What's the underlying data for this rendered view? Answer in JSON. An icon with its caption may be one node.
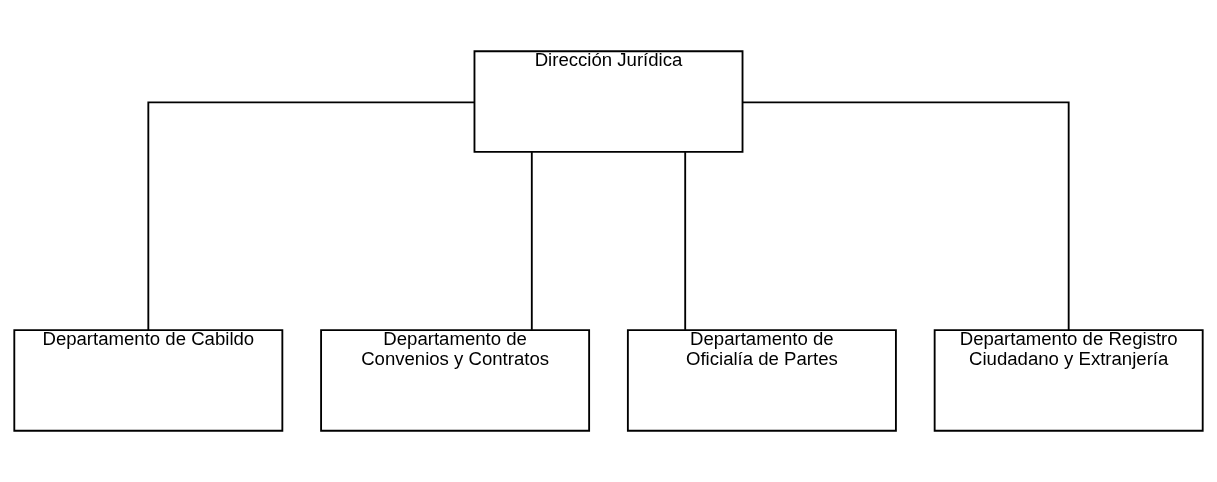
{
  "diagram": {
    "nodes": [
      {
        "text": [
          "Dirección Jurídica"
        ]
      },
      {
        "text": [
          "Departamento de Cabildo"
        ]
      },
      {
        "text": [
          "Departamento de Convenios y Contratos"
        ]
      },
      {
        "text": [
          "Departamento de Oficialía de Partes"
        ]
      },
      {
        "text": [
          "Departamento de Registro Ciudadano y Extranjería"
        ]
      }
    ],
    "edges": [
      {
        "from": 0,
        "to": 1,
        "arrow": "none"
      },
      {
        "from": 0,
        "to": 2,
        "arrow": "none"
      },
      {
        "from": 0,
        "to": 3,
        "arrow": "none"
      },
      {
        "from": 0,
        "to": 4,
        "arrow": "none"
      }
    ]
  }
}
